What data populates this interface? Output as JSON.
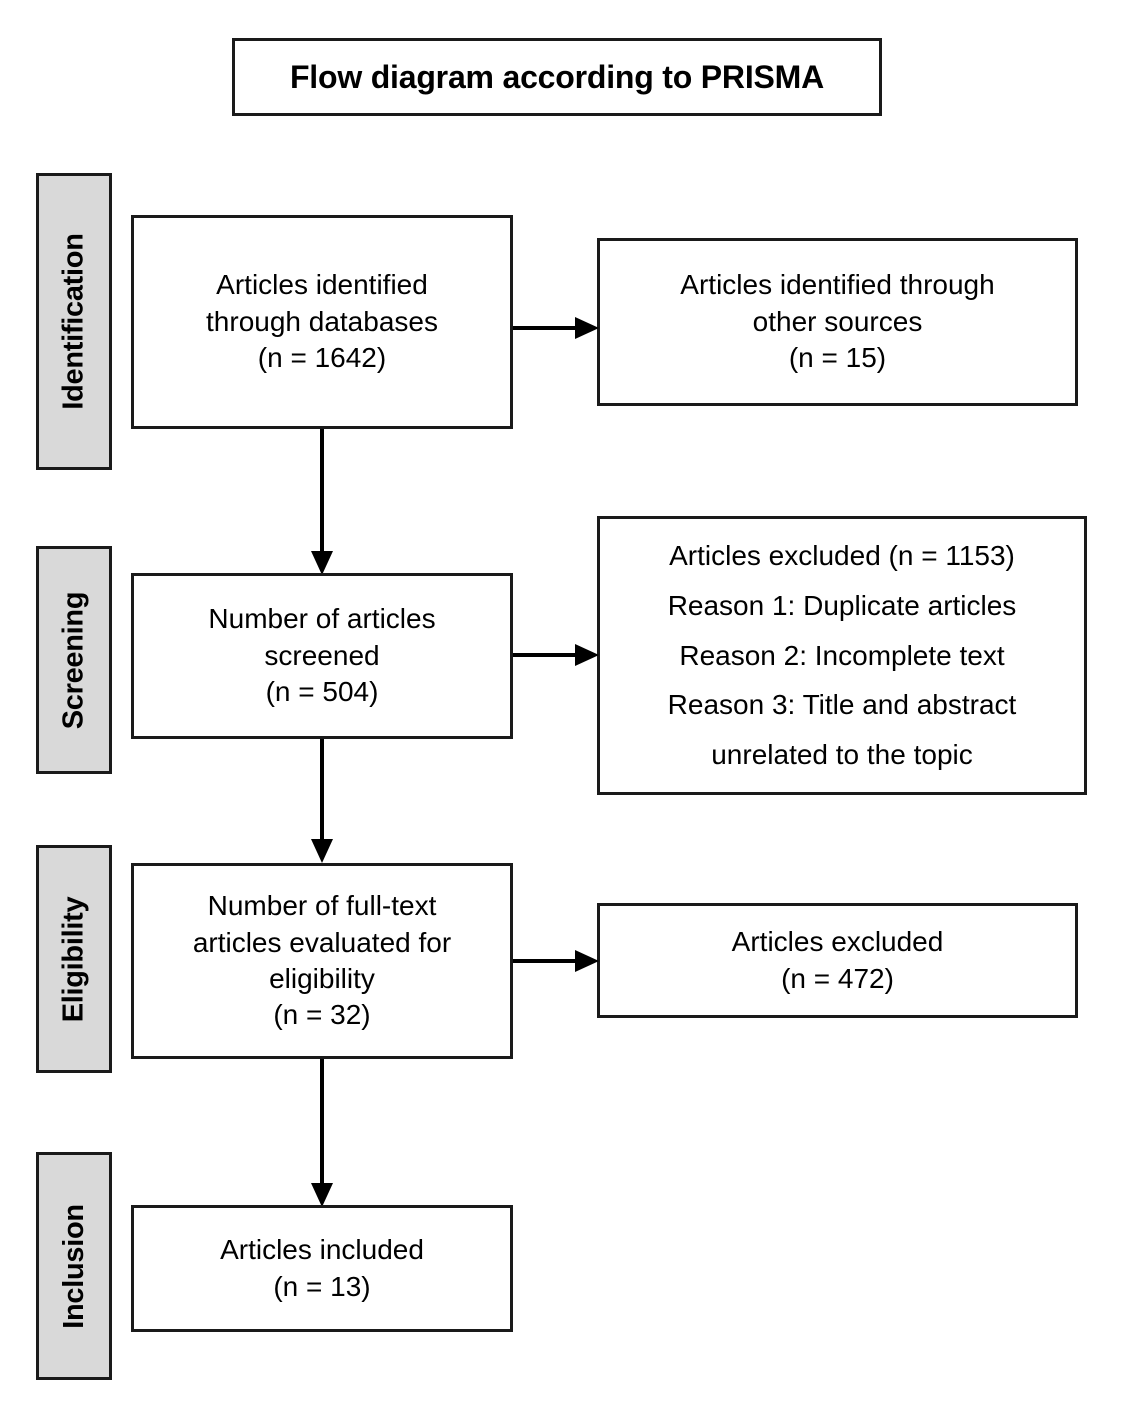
{
  "diagram": {
    "title": "Flow diagram according to PRISMA",
    "type": "prisma-flow-diagram"
  },
  "stages": [
    {
      "id": "identification",
      "label": "Identification"
    },
    {
      "id": "screening",
      "label": "Screening"
    },
    {
      "id": "eligibility",
      "label": "Eligibility"
    },
    {
      "id": "inclusion",
      "label": "Inclusion"
    }
  ],
  "nodes": {
    "identified_databases": {
      "lines": [
        "Articles identified",
        "through databases",
        "(n = 1642)"
      ],
      "count": 1642
    },
    "identified_other": {
      "lines": [
        "Articles identified through",
        "other sources",
        "(n = 15)"
      ],
      "count": 15
    },
    "screened": {
      "lines": [
        "Number of articles",
        "screened",
        "(n = 504)"
      ],
      "count": 504
    },
    "excluded_screening": {
      "lines": [
        "Articles excluded (n = 1153)",
        "Reason 1: Duplicate articles",
        "Reason 2: Incomplete text",
        "Reason 3: Title and abstract",
        "unrelated to the topic"
      ],
      "count": 1153
    },
    "fulltext_eligibility": {
      "lines": [
        "Number of full-text",
        "articles evaluated for",
        "eligibility",
        "(n = 32)"
      ],
      "count": 32
    },
    "excluded_eligibility": {
      "lines": [
        "Articles excluded",
        "(n = 472)"
      ],
      "count": 472
    },
    "included": {
      "lines": [
        "Articles included",
        "(n = 13)"
      ],
      "count": 13
    }
  },
  "colors": {
    "stage_fill": "#d9d9d9",
    "border": "#1a1a1a",
    "box_fill": "#ffffff",
    "text": "#000000"
  },
  "icons": {
    "arrow_right": "arrow-right-icon",
    "arrow_down": "arrow-down-icon"
  }
}
